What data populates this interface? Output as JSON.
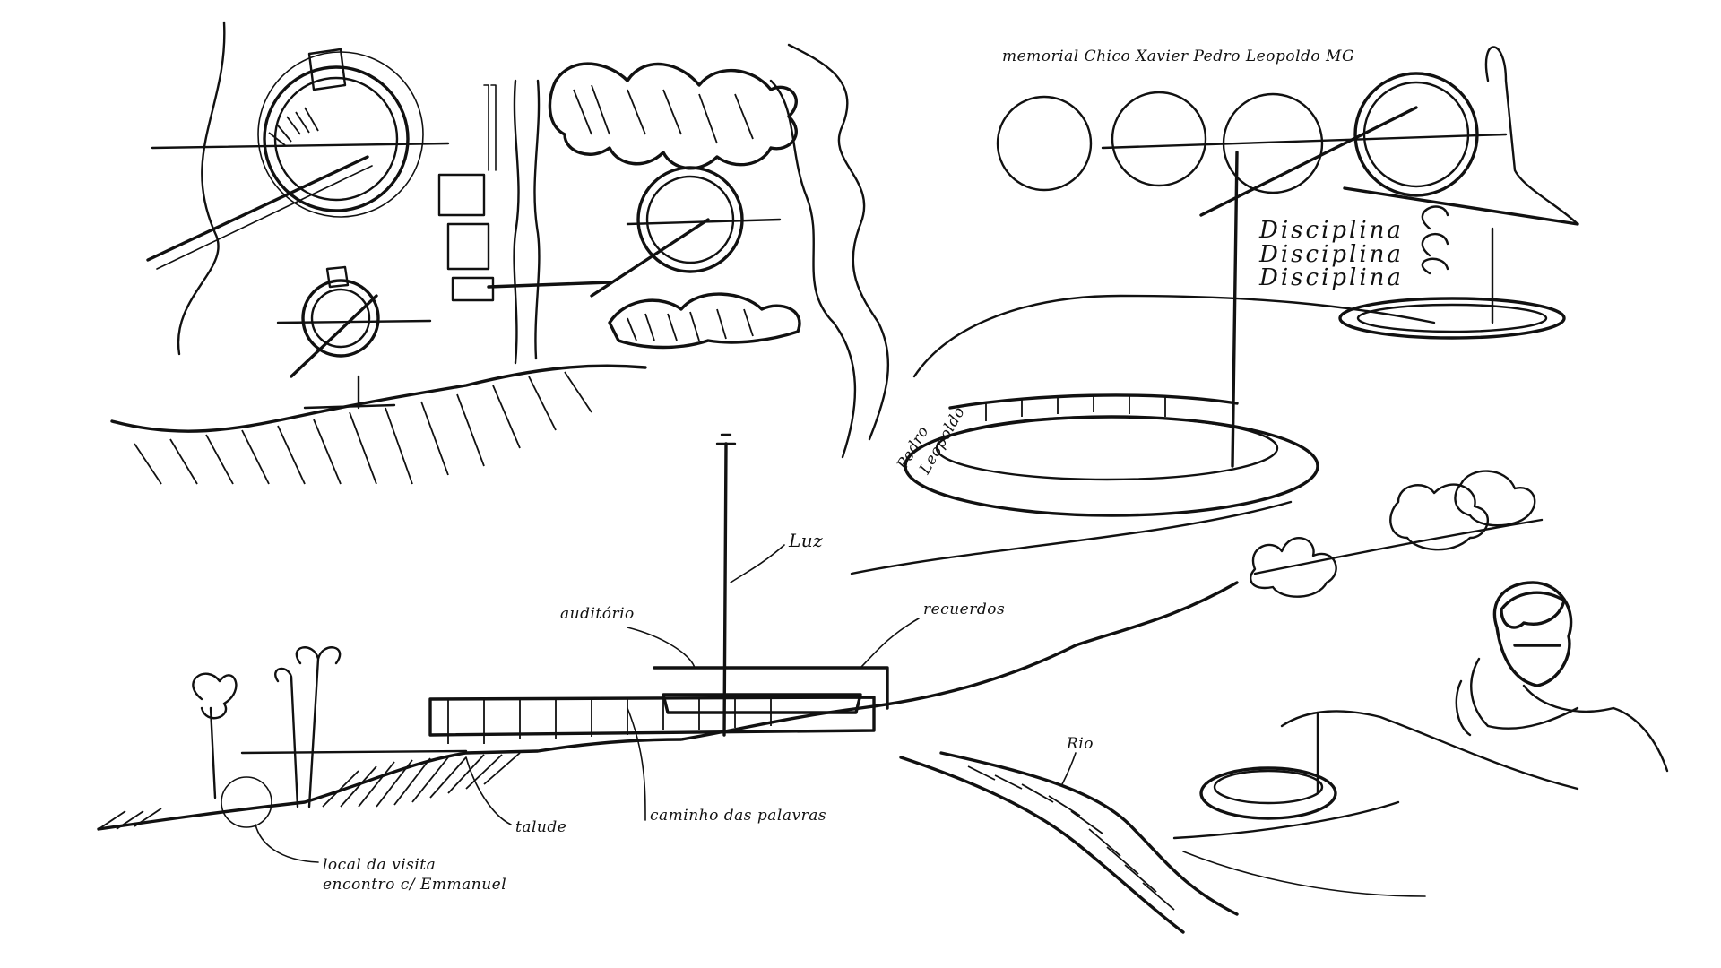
{
  "sketch": {
    "title": "memorial Chico Xavier  Pedro Leopoldo MG",
    "labels": {
      "discipline": [
        "Disciplina",
        "Disciplina",
        "Disciplina"
      ],
      "pedro_leopoldo": [
        "Pedro",
        "Leopoldo"
      ],
      "luz": "Luz",
      "auditorio": "auditório",
      "recuerdos": "recuerdos",
      "talude": "talude",
      "caminho": "caminho das palavras",
      "local": [
        "local da visita",
        "encontro c/ Emmanuel"
      ],
      "rio": "Rio"
    }
  }
}
